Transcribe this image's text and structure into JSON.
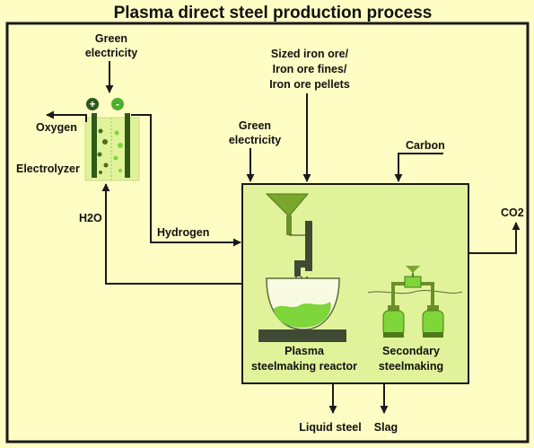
{
  "title": "Plasma direct steel production process",
  "labels": {
    "green_electricity_top_1": "Green",
    "green_electricity_top_2": "electricity",
    "oxygen": "Oxygen",
    "electrolyzer": "Electrolyzer",
    "h2o": "H2O",
    "hydrogen": "Hydrogen",
    "green_electricity_mid_1": "Green",
    "green_electricity_mid_2": "electricity",
    "iron_ore_1": "Sized iron ore/",
    "iron_ore_2": "Iron ore fines/",
    "iron_ore_3": "Iron ore pellets",
    "carbon": "Carbon",
    "co2": "CO2",
    "plasma_1": "Plasma",
    "plasma_2": "steelmaking reactor",
    "secondary_1": "Secondary",
    "secondary_2": "steelmaking",
    "liquid_steel": "Liquid steel",
    "slag": "Slag",
    "plus_sign": "+",
    "minus_sign": "-"
  },
  "colors": {
    "background": "#fdfdc4",
    "reactor_fill": "#e1f39a",
    "liquid_green": "#7ed63a",
    "accent_green": "#4caf2a",
    "dark_green": "#2d5a1a",
    "line": "#1a1a1a"
  }
}
